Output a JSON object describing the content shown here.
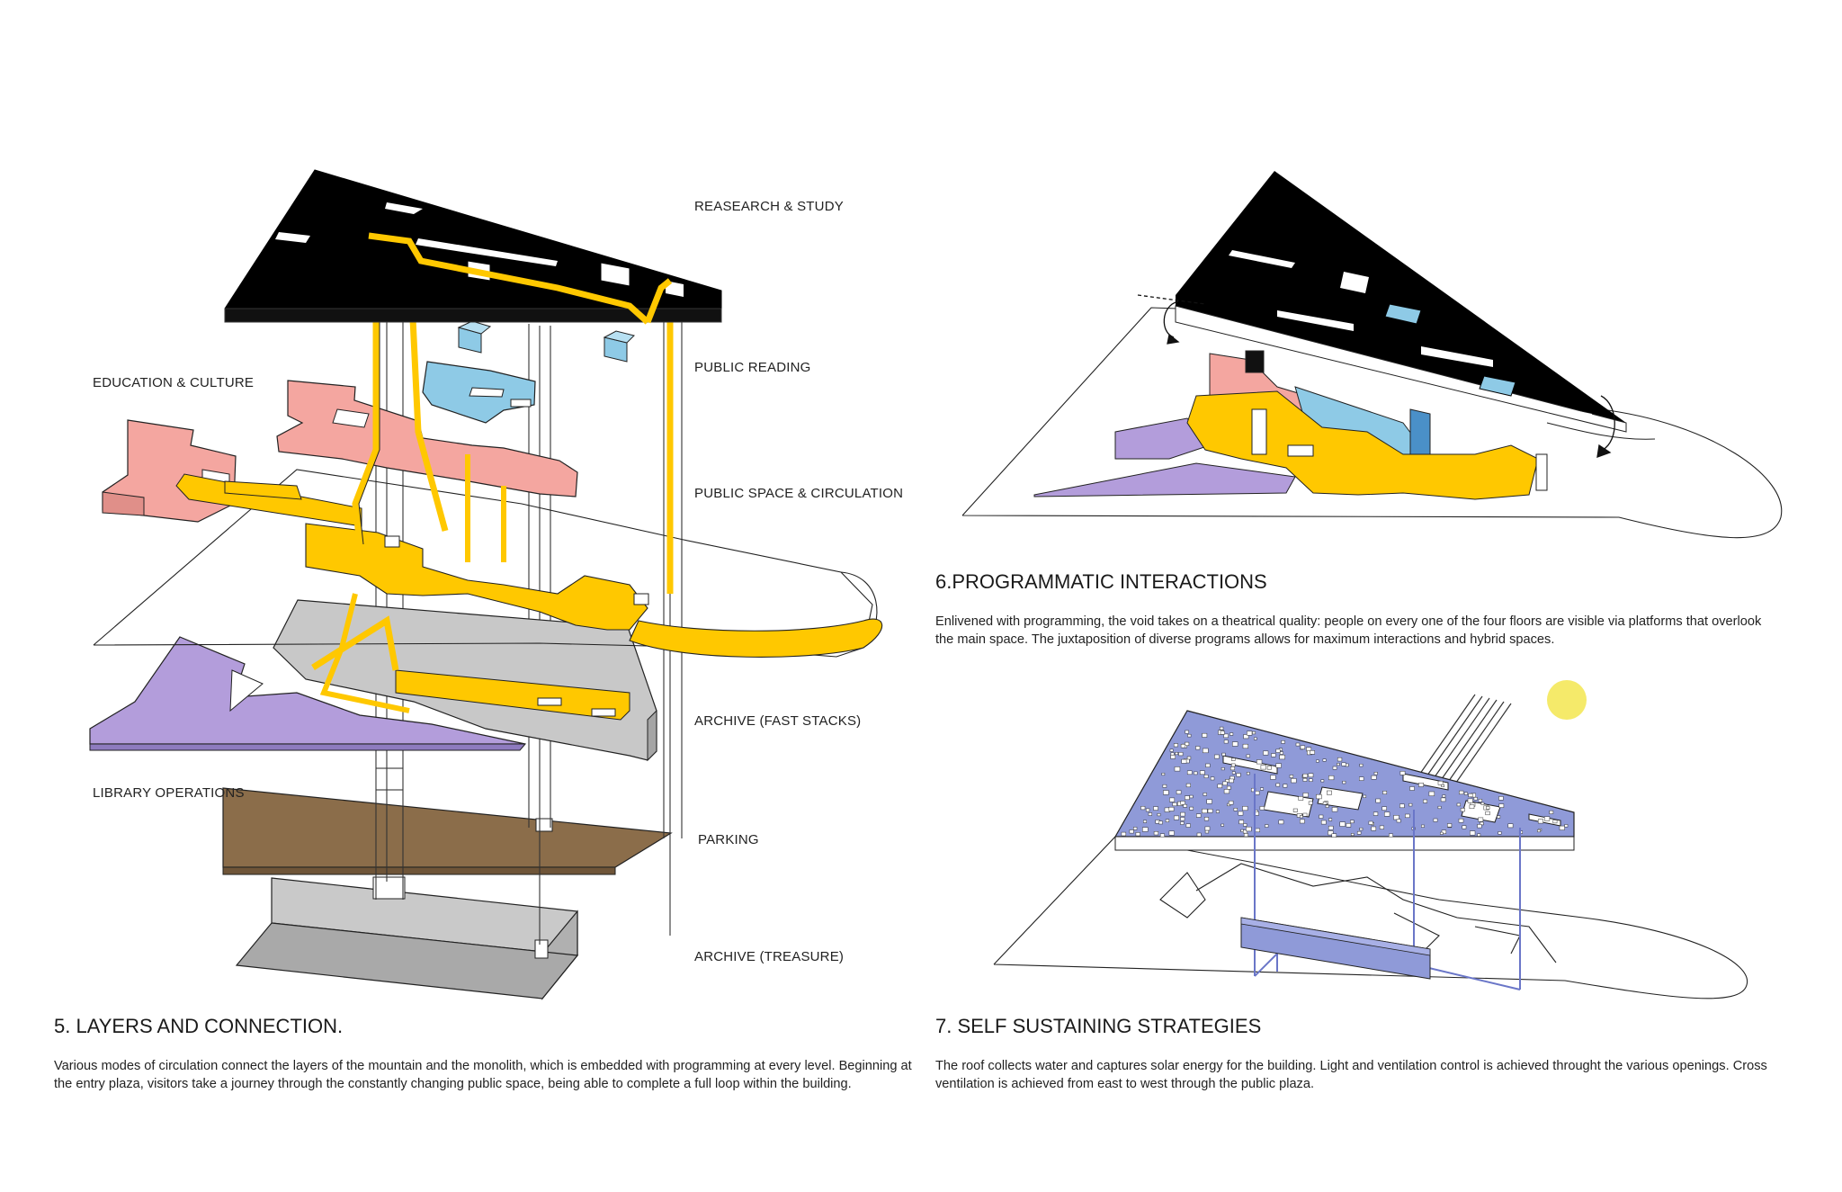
{
  "diagram_5": {
    "layer_labels": [
      "REASEARCH & STUDY",
      "PUBLIC READING",
      "PUBLIC SPACE & CIRCULATION",
      "ARCHIVE (FAST STACKS)",
      "PARKING",
      "ARCHIVE (TREASURE)"
    ],
    "side_labels": [
      "EDUCATION & CULTURE",
      "LIBRARY OPERATIONS"
    ],
    "heading": "5. LAYERS AND CONNECTION.",
    "body": "Various modes of circulation connect the layers of the mountain and the monolith, which is embedded with programming at every level. Beginning at the entry plaza, visitors take a journey through the constantly changing public space, being able to complete a full loop within the building."
  },
  "diagram_6": {
    "heading": "6.PROGRAMMATIC INTERACTIONS",
    "body": "Enlivened with programming, the void takes on a theatrical quality: people on every one of the four floors are visible via platforms that overlook the main space. The juxtaposition of diverse programs allows for maximum interactions and hybrid spaces."
  },
  "diagram_7": {
    "heading": "7. SELF SUSTAINING STRATEGIES",
    "body": "The roof collects water and captures solar energy for the building. Light and ventilation control is achieved throught the various openings. Cross ventilation is achieved from east to west through the public plaza."
  },
  "colors": {
    "research_roof": "#000000",
    "public_reading": "#8ecae6",
    "education_culture": "#f4a6a0",
    "circulation": "#ffc800",
    "archive": "#c8c8c8",
    "library_operations": "#b39ddb",
    "parking": "#8b6d4a",
    "solar_roof": "#8f9ad8",
    "sun": "#f5ea6a"
  }
}
